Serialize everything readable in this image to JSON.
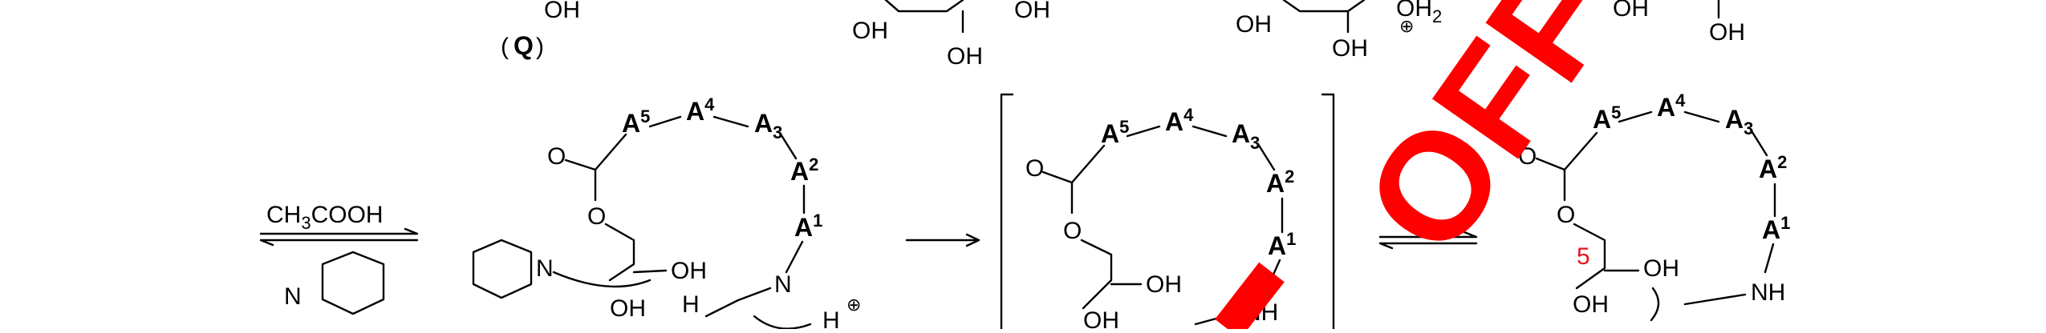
{
  "scheme": {
    "compound_label": "Q",
    "reagent_top": "CH3COOH",
    "reagent_bottom_atom": "N",
    "position_marker": "5",
    "watermark": "OFF",
    "residues": {
      "a5": "A",
      "a5_sup": "5",
      "a4": "A",
      "a4_sup": "4",
      "a3": "A",
      "a3_sub": "3",
      "a2": "A",
      "a2_sup": "2",
      "a1": "A",
      "a1_sup": "1"
    },
    "atoms": {
      "oh": "OH",
      "o": "O",
      "n": "N",
      "nh": "NH",
      "h": "H",
      "oh2": "OH2",
      "plus": "⊕"
    }
  }
}
